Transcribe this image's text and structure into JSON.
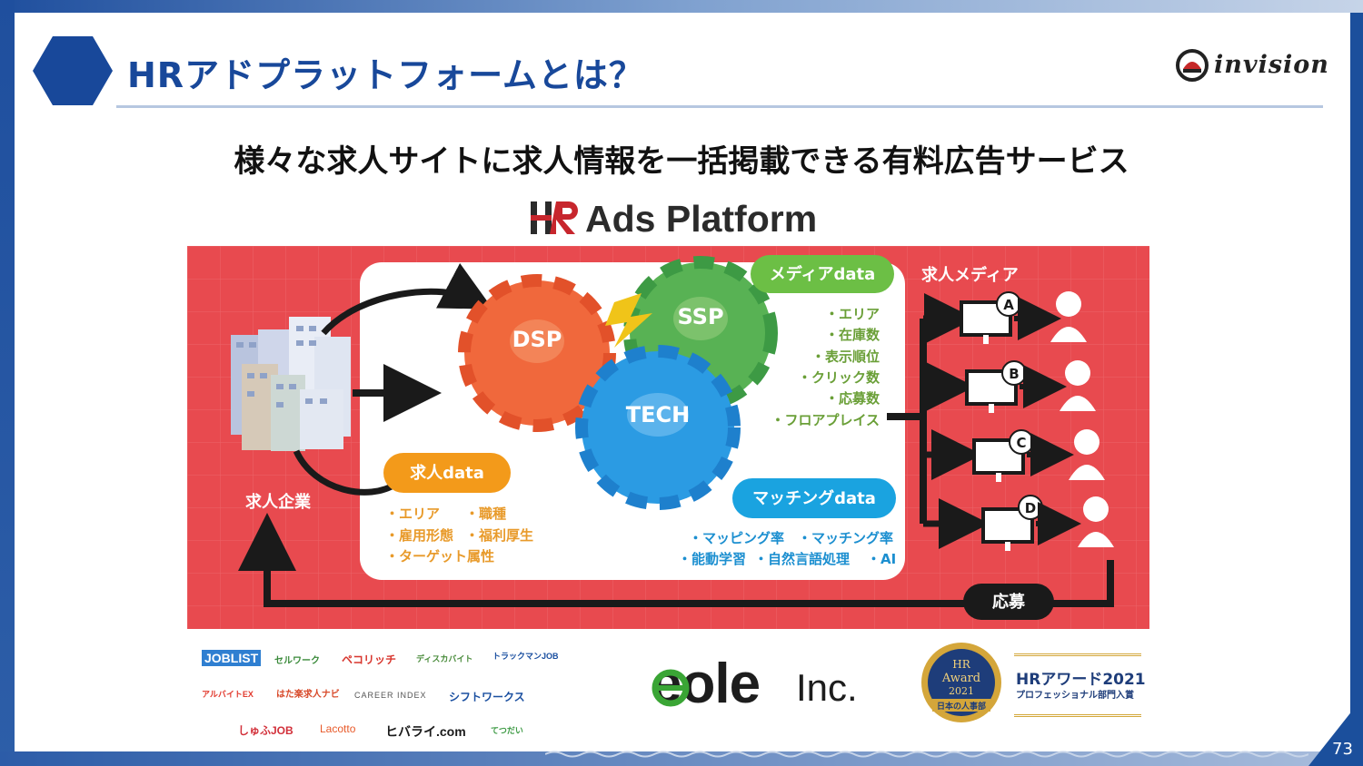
{
  "header": {
    "title": "HRアドプラットフォームとは？",
    "logo_text": "invision"
  },
  "subtitle": "様々な求人サイトに求人情報を一括掲載できる有料広告サービス",
  "product_logo": {
    "mark": "HR",
    "text": "Ads Platform"
  },
  "diagram": {
    "company_label": "求人企業",
    "gears": {
      "dsp": "DSP",
      "ssp": "SSP",
      "tech": "TECH"
    },
    "media_data": {
      "label": "メディアdata",
      "items": [
        "・エリア",
        "・在庫数",
        "・表示順位",
        "・クリック数",
        "・応募数",
        "・フロアプレイス"
      ]
    },
    "job_data": {
      "label": "求人data",
      "items": [
        "・エリア",
        "・職種",
        "・雇用形態",
        "・福利厚生",
        "・ターゲット属性"
      ]
    },
    "matching_data": {
      "label": "マッチングdata",
      "row1": [
        "・マッピング率",
        "・マッチング率"
      ],
      "row2": [
        "・能動学習",
        "・自然言語処理",
        "・AI"
      ]
    },
    "media_title": "求人メディア",
    "media_letters": [
      "A",
      "B",
      "C",
      "D"
    ],
    "apply_label": "応募"
  },
  "media_logos": {
    "row1": [
      "JOBLIST",
      "セルワーク",
      "ペコリッチ",
      "ディスカバイト",
      "トラックマンJOB"
    ],
    "row2": [
      "アルバイトEX",
      "はた楽求人ナビ",
      "CAREER INDEX",
      "シフトワークス"
    ],
    "row3": [
      "しゅふJOB",
      "Lacotto",
      "ヒバライ.com",
      "てつだい"
    ]
  },
  "company": {
    "name": "eole",
    "suffix": "Inc."
  },
  "award": {
    "badge_lines": [
      "HR",
      "Award",
      "2021",
      "日本の人事部"
    ],
    "title": "HRアワード2021",
    "subtitle": "プロフェッショナル部門入賞"
  },
  "page_number": "73",
  "colors": {
    "brand_blue": "#18489a",
    "diagram_red": "#e84a4f",
    "media_green": "#6cbf45",
    "job_orange": "#f39a1a",
    "matching_blue": "#1aa3e0"
  }
}
